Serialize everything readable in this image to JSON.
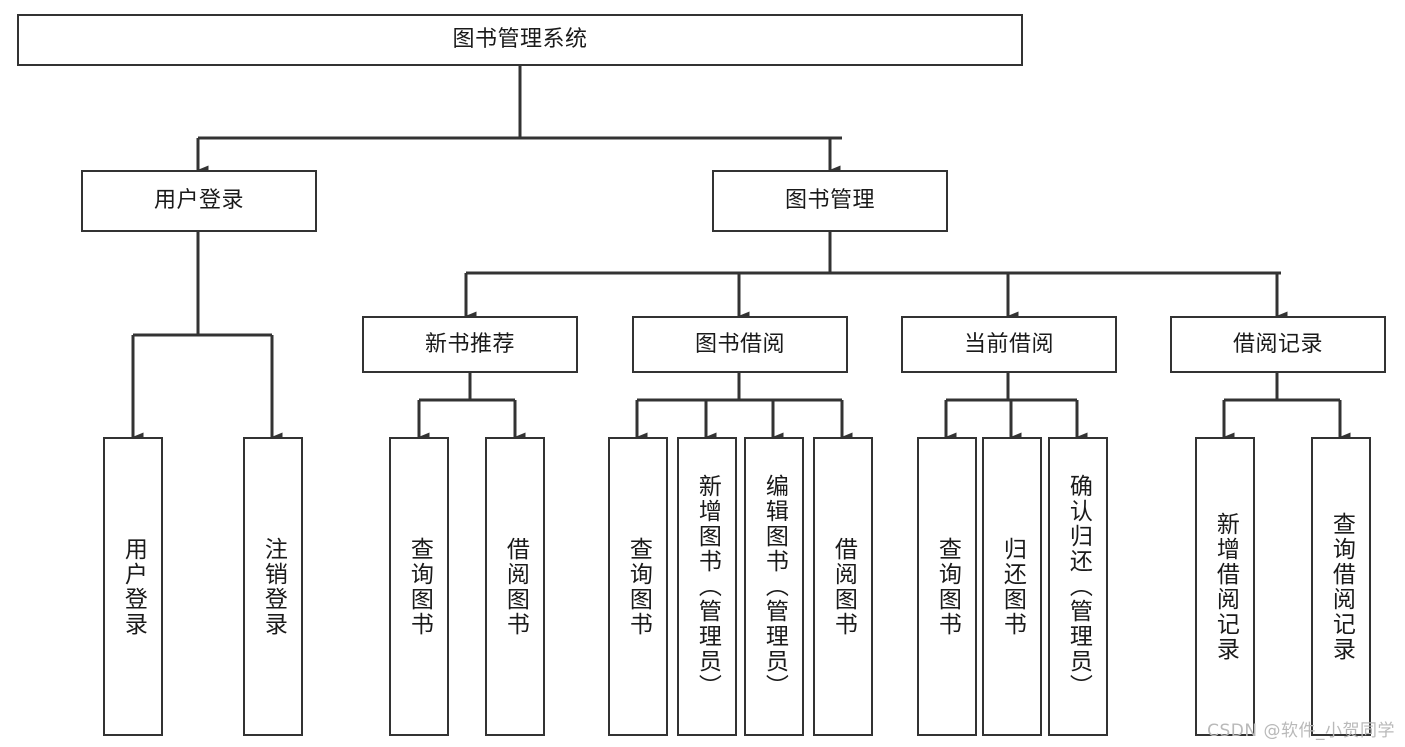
{
  "diagram": {
    "title": "图书管理系统",
    "type": "tree-hierarchy-diagram",
    "line_color": "#333333",
    "background_color": "#ffffff",
    "text_color": "#1a1a1a",
    "watermark": "CSDN @软件_小贺同学"
  },
  "nodes": {
    "root": {
      "label": "图书管理系统"
    },
    "level2": [
      {
        "label": "用户登录"
      },
      {
        "label": "图书管理"
      }
    ],
    "level3": [
      {
        "label": "新书推荐"
      },
      {
        "label": "图书借阅"
      },
      {
        "label": "当前借阅"
      },
      {
        "label": "借阅记录"
      }
    ],
    "leaves": {
      "user_login": [
        {
          "label": "用户登录"
        },
        {
          "label": "注销登录"
        }
      ],
      "new_book_recommend": [
        {
          "label": "查询图书"
        },
        {
          "label": "借阅图书"
        }
      ],
      "book_borrow": [
        {
          "label": "查询图书"
        },
        {
          "label": "新增图书（管理员）"
        },
        {
          "label": "编辑图书（管理员）"
        },
        {
          "label": "借阅图书"
        }
      ],
      "current_borrow": [
        {
          "label": "查询图书"
        },
        {
          "label": "归还图书"
        },
        {
          "label": "确认归还（管理员）"
        }
      ],
      "borrow_record": [
        {
          "label": "新增借阅记录"
        },
        {
          "label": "查询借阅记录"
        }
      ]
    }
  }
}
